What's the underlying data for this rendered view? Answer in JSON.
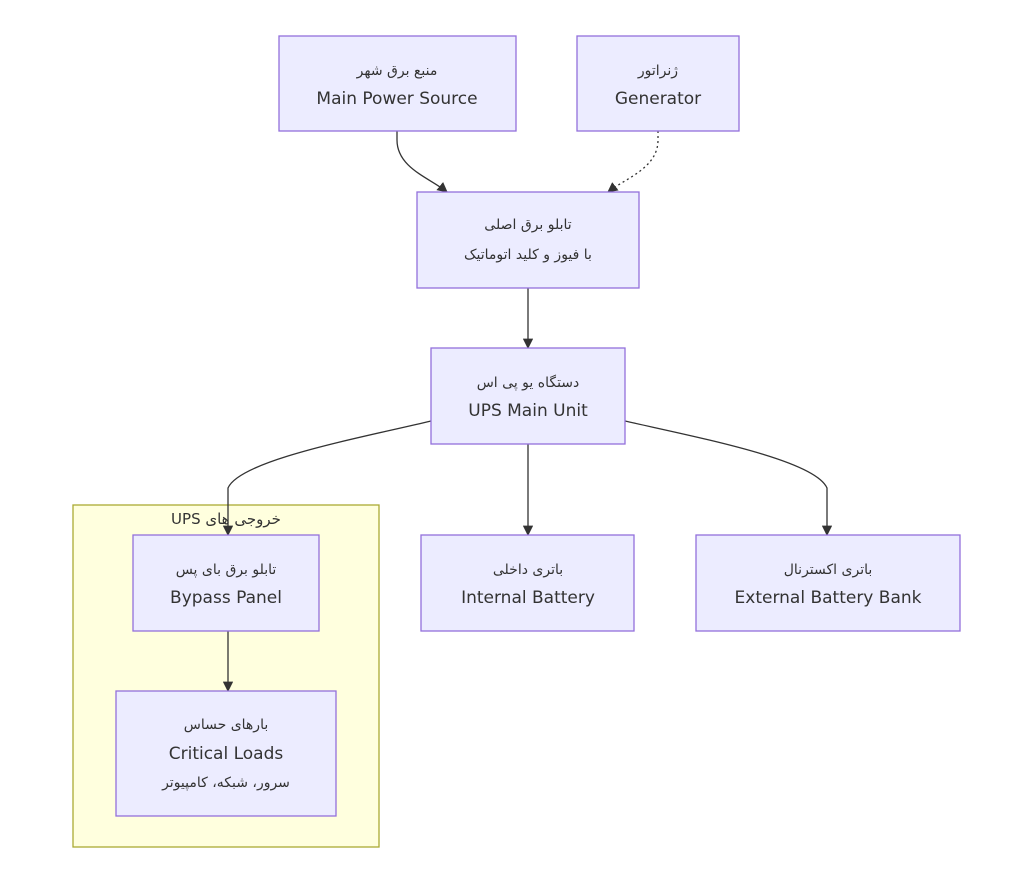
{
  "diagram": {
    "colors": {
      "node_fill": "#ececff",
      "node_stroke": "#9370db",
      "cluster_fill": "#ffffde",
      "cluster_stroke": "#aaaa33",
      "edge": "#333333"
    },
    "cluster": {
      "title": "UPS خروجی های"
    },
    "nodes": {
      "main_power": {
        "line1": "منبع برق شهر",
        "line2": "Main Power Source"
      },
      "generator": {
        "line1": "ژنراتور",
        "line2": "Generator"
      },
      "main_panel": {
        "line1": "تابلو برق اصلی",
        "line2": "با فیوز و کلید اتوماتیک"
      },
      "ups_unit": {
        "line1": "دستگاه یو پی اس",
        "line2": "UPS Main Unit"
      },
      "bypass_panel": {
        "line1": "تابلو برق بای پس",
        "line2": "Bypass Panel"
      },
      "internal_battery": {
        "line1": "باتری داخلی",
        "line2": "Internal Battery"
      },
      "external_battery": {
        "line1": "باتری اکسترنال",
        "line2": "External Battery Bank"
      },
      "critical_loads": {
        "line1": "بارهای حساس",
        "line2": "Critical Loads",
        "line3": "سرور، شبکه، کامپیوتر"
      }
    },
    "edges": [
      {
        "from": "main_power",
        "to": "main_panel",
        "style": "solid"
      },
      {
        "from": "generator",
        "to": "main_panel",
        "style": "dotted"
      },
      {
        "from": "main_panel",
        "to": "ups_unit",
        "style": "solid"
      },
      {
        "from": "ups_unit",
        "to": "bypass_panel",
        "style": "solid"
      },
      {
        "from": "ups_unit",
        "to": "internal_battery",
        "style": "solid"
      },
      {
        "from": "ups_unit",
        "to": "external_battery",
        "style": "solid"
      },
      {
        "from": "bypass_panel",
        "to": "critical_loads",
        "style": "solid"
      }
    ]
  }
}
